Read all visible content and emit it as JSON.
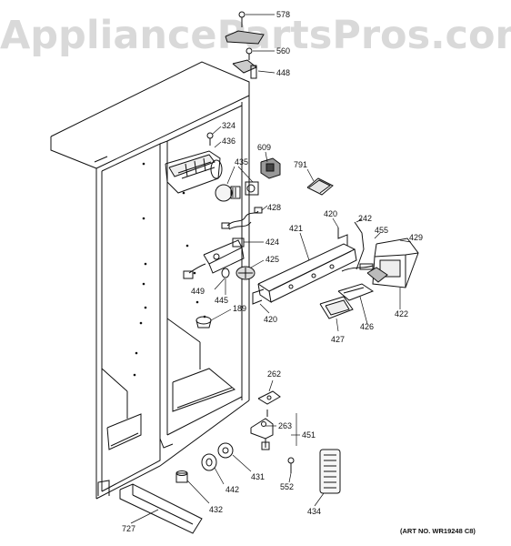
{
  "watermark": "AppliancePartsPros.com",
  "art_number": "(ART NO. WR19248 C8)",
  "callouts": {
    "p578": "578",
    "p560": "560",
    "p448": "448",
    "p324": "324",
    "p436": "436",
    "p609": "609",
    "p435": "435",
    "p791": "791",
    "p428": "428",
    "p420a": "420",
    "p242": "242",
    "p455": "455",
    "p429": "429",
    "p421": "421",
    "p424": "424",
    "p425": "425",
    "p449": "449",
    "p445": "445",
    "p420b": "420",
    "p189": "189",
    "p426": "426",
    "p422": "422",
    "p427": "427",
    "p262": "262",
    "p263": "263",
    "p451": "451",
    "p431": "431",
    "p442": "442",
    "p552": "552",
    "p432": "432",
    "p434": "434",
    "p727": "727"
  }
}
